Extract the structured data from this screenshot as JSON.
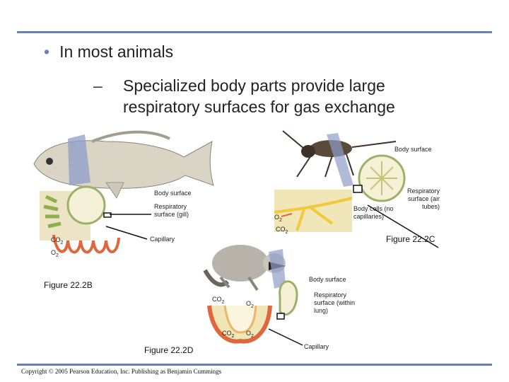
{
  "slide": {
    "bullet": "In most animals",
    "dash": "–",
    "subbullet": "Specialized body parts provide large respiratory surfaces for gas exchange"
  },
  "fish": {
    "body_surface": "Body surface",
    "respiratory_surface": "Respiratory surface (gill)",
    "capillary": "Capillary",
    "co2": "CO",
    "co2_sub": "2",
    "o2": "O",
    "o2_sub": "2",
    "caption": "Figure 22.2B"
  },
  "insect": {
    "body_surface": "Body surface",
    "respiratory_surface": "Respiratory surface (air tubes)",
    "body_cells": "Body cells (no capillaries)",
    "o2": "O",
    "o2_sub": "2",
    "co2": "CO",
    "co2_sub": "2",
    "caption": "Figure 22.2C"
  },
  "mammal": {
    "body_surface": "Body surface",
    "respiratory_surface": "Respiratory surface (within lung)",
    "capillary": "Capillary",
    "co2": "CO",
    "co2_sub": "2",
    "o2": "O",
    "o2_sub": "2",
    "caption": "Figure 22.2D"
  },
  "footer": {
    "copyright": "Copyright © 2005 Pearson Education, Inc. Publishing as Benjamin Cummings"
  },
  "colors": {
    "rule": "#6c7fb0",
    "tissue": "#e8dcb0",
    "capillary": "#e0663c",
    "gill_green": "#c8dc8c"
  }
}
